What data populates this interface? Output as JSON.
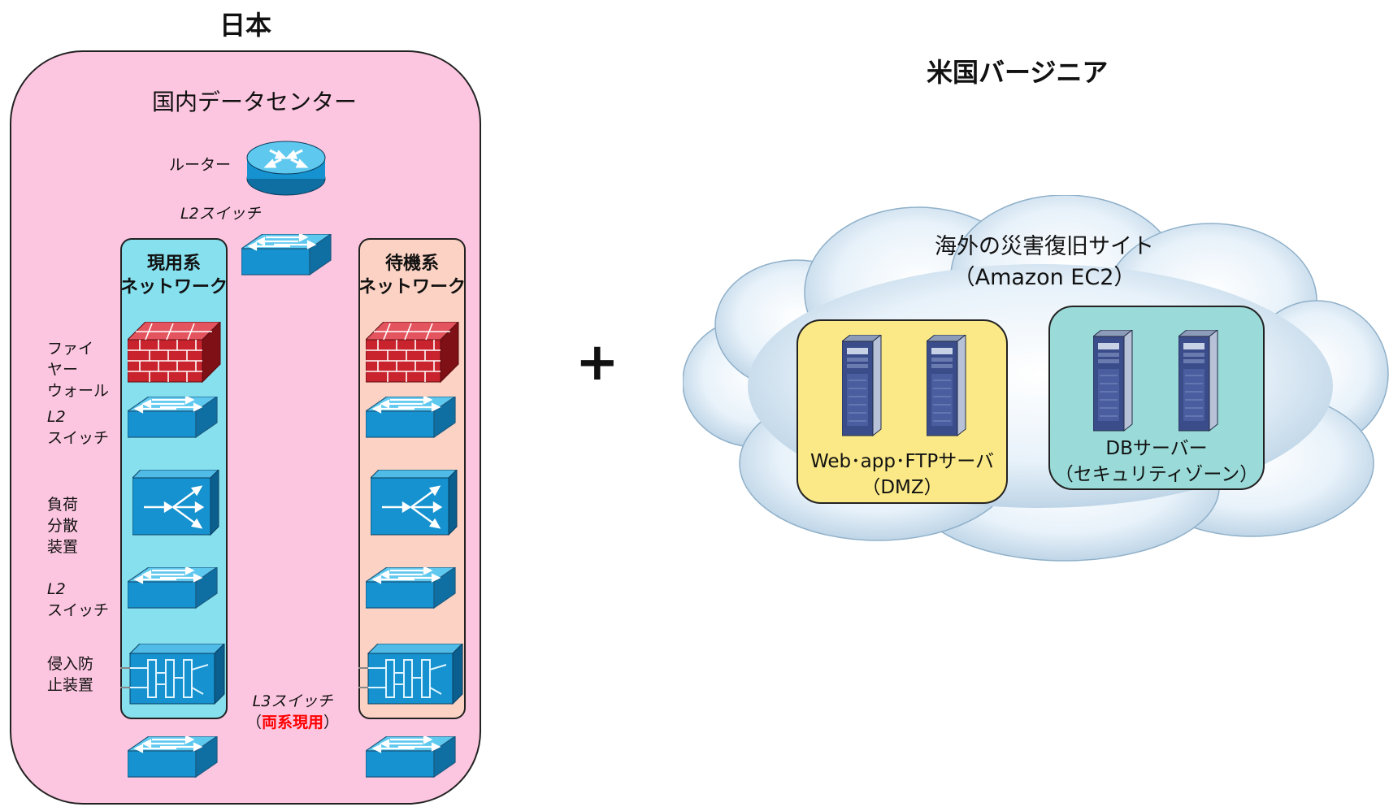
{
  "japan": {
    "title": "日本",
    "datacenter": "国内データセンター",
    "router_label": "ルーター",
    "l2switch_top": "L2スイッチ",
    "active": {
      "line1": "現用系",
      "line2": "ネットワーク"
    },
    "standby": {
      "line1": "待機系",
      "line2": "ネットワーク"
    },
    "fw_label": [
      "ファイ",
      "ヤー",
      "ウォール"
    ],
    "l2_label_a": [
      "L2",
      "スイッチ"
    ],
    "lb_label": [
      "負荷",
      "分散",
      "装置"
    ],
    "l2_label_b": [
      "L2",
      "スイッチ"
    ],
    "ips_label": [
      "侵入防",
      "止装置"
    ],
    "l3_label": "L3スイッチ",
    "l3_paren_open": "（",
    "l3_mode": "両系現用",
    "l3_paren_close": "）"
  },
  "plus": "+",
  "usa": {
    "title": "米国バージニア",
    "cloud_title": "海外の災害復旧サイト",
    "cloud_sub": "（Amazon EC2）",
    "dmz_line1": "Web･app･FTPサーバ",
    "dmz_line2": "（DMZ）",
    "sec_line1": "DBサーバー",
    "sec_line2": "（セキュリティゾーン）"
  },
  "colors": {
    "datacenter_bg": "#fdc6e0",
    "active_bg": "#86e0ee",
    "standby_bg": "#fbd2c3",
    "dmz_bg": "#fbe987",
    "security_bg": "#9adbd9",
    "device_blue": "#1ca6df",
    "firewall_red": "#c9242e",
    "highlight_red": "#ff0000"
  }
}
